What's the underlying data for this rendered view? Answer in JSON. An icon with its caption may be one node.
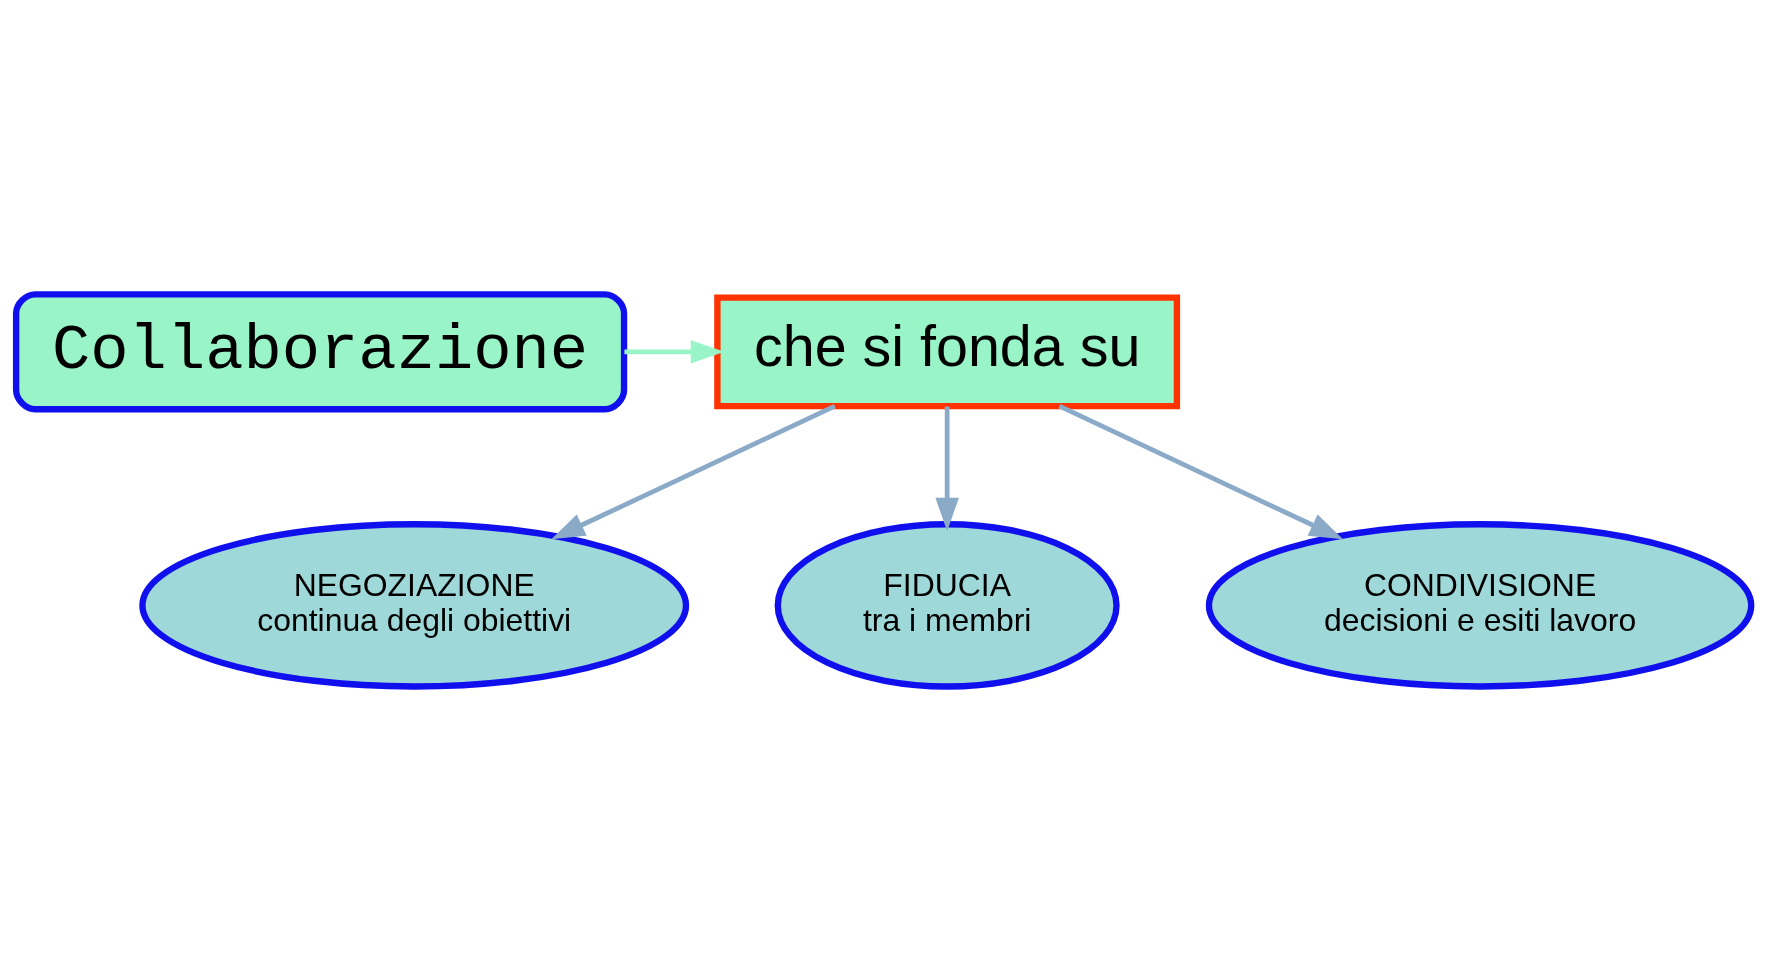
{
  "diagram": {
    "nodes": [
      {
        "text": [
          "Collaborazione"
        ]
      },
      {
        "text": [
          "che si fonda su"
        ]
      },
      {
        "text": [
          "NEGOZIAZIONE",
          "continua degli obiettivi"
        ]
      },
      {
        "text": [
          "FIDUCIA",
          "tra i membri"
        ]
      },
      {
        "text": [
          "CONDIVISIONE",
          "decisioni e esiti lavoro"
        ]
      }
    ],
    "edges": [
      {
        "from": 0,
        "to": 1,
        "arrow": "to",
        "color": "#99f5c8"
      },
      {
        "from": 1,
        "to": 2,
        "arrow": "to"
      },
      {
        "from": 1,
        "to": 3,
        "arrow": "to"
      },
      {
        "from": 1,
        "to": 4,
        "arrow": "to"
      }
    ]
  }
}
